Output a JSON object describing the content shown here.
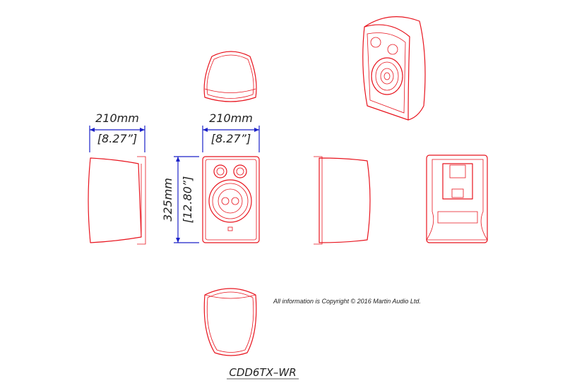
{
  "dimensions": {
    "side_depth_mm": "210mm",
    "side_depth_in": "[8.27”]",
    "front_width_mm": "210mm",
    "front_width_in": "[8.27”]",
    "height_mm": "325mm",
    "height_in": "[12.80”]"
  },
  "copyright": "All information is Copyright © 2016 Martin Audio Ltd.",
  "model_name": "CDD6TX–WR",
  "colors": {
    "outline": "#e8141e",
    "dimension": "#1c22c8",
    "text": "#222222"
  }
}
